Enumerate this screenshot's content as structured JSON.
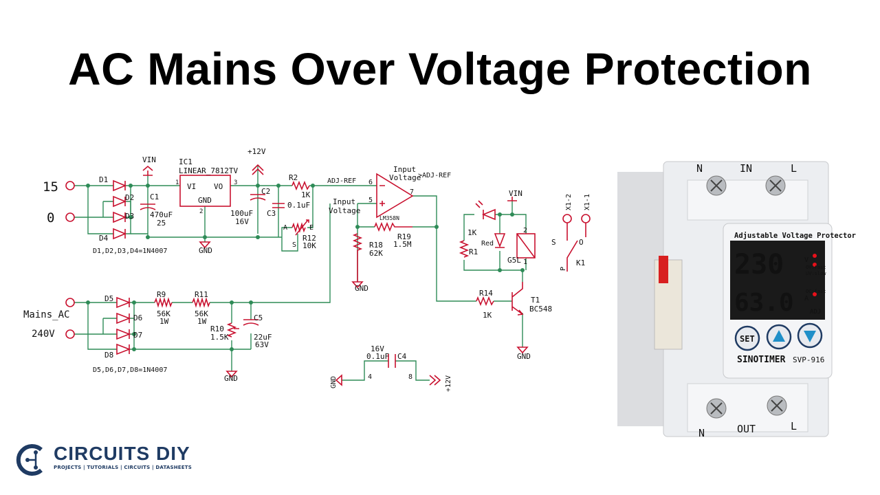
{
  "title": "AC Mains Over Voltage Protection",
  "colors": {
    "wire": "#2e8b57",
    "component": "#c8102e",
    "text": "#111111",
    "brand": "#1f3b63",
    "display": "#e8101a"
  },
  "terminals": {
    "t15": "15",
    "t0": "0",
    "mains": "Mains_AC",
    "v240": "240V"
  },
  "labels": {
    "d1": "D1",
    "d2": "D2",
    "d3": "D3",
    "d4": "D4",
    "d1to4": "D1,D2,D3,D4=1N4007",
    "d5": "D5",
    "d6": "D6",
    "d7": "D7",
    "d8": "D8",
    "d5to8": "D5,D6,D7,D8=1N4007",
    "vin": "VIN",
    "v12": "+12V",
    "gnd": "GND",
    "ic1": "IC1",
    "ic1_part": "LINEAR_7812TV",
    "vi": "VI",
    "vo": "VO",
    "ic_gnd": "GND",
    "pin1": "1",
    "pin2": "2",
    "pin3": "3",
    "c1": "C1",
    "c1_val": "470uF",
    "c1_v": "25",
    "c2": "C2",
    "c2_val": "100uF",
    "c2_v": "16V",
    "c3": "C3",
    "c3_val": "0.1uF",
    "r2": "R2",
    "r2_val": "1K",
    "r12": "R12",
    "r12_val": "10K",
    "pot_a": "A",
    "pot_e": "E",
    "pot_s": "S",
    "adjref": "ADJ-REF",
    "adjref2": ">ADJ-REF",
    "input_voltage_1": "Input",
    "input_voltage_2": "Voltage",
    "op_pin6": "6",
    "op_pin5": "5",
    "op_pin7": "7",
    "lm358": "LM358N",
    "r18": "R18",
    "r18_val": "62K",
    "r19": "R19",
    "r19_val": "1.5M",
    "r1": "R1",
    "r1_val": "1K",
    "red": "Red",
    "g5l": "G5L",
    "relay_pin2": "2",
    "relay_pin1": "1",
    "r14": "R14",
    "r14_val": "1K",
    "t1": "T1",
    "bc548": "BC548",
    "x12": "X1-2",
    "x11": "X1-1",
    "k1": "K1",
    "k_s": "S",
    "k_o": "O",
    "k_p": "P",
    "r9": "R9",
    "r9_val": "56K",
    "r9_w": "1W",
    "r11": "R11",
    "r11_val": "56K",
    "r11_w": "1W",
    "r10": "R10",
    "r10_val": "1.5K",
    "c5": "C5",
    "c5_val": "22uF",
    "c5_v": "63V",
    "c4": "C4",
    "c4_v": "16V",
    "c4_val": "0.1uF",
    "c4_pin4": "4",
    "c4_pin8": "8"
  },
  "device": {
    "top_n": "N",
    "top_in": "IN",
    "top_l": "L",
    "panel_title": "Adjustable Voltage Protector",
    "display_top": "230",
    "display_bottom": "63.0",
    "unit_v": "V",
    "unit_a": "A",
    "ov_fast": "OV:fast",
    "uv_slow": "UV:slow",
    "oc_fast": "OC:fast",
    "adj": "ADJ",
    "btn_set": "SET",
    "brand": "SINOTIMER",
    "model": "SVP-916",
    "bottom_n": "N",
    "bottom_out": "OUT",
    "bottom_l": "L"
  },
  "logo": {
    "name": "CIRCUITS DIY",
    "tagline": "PROJECTS | TUTORIALS | CIRCUITS | DATASHEETS"
  }
}
